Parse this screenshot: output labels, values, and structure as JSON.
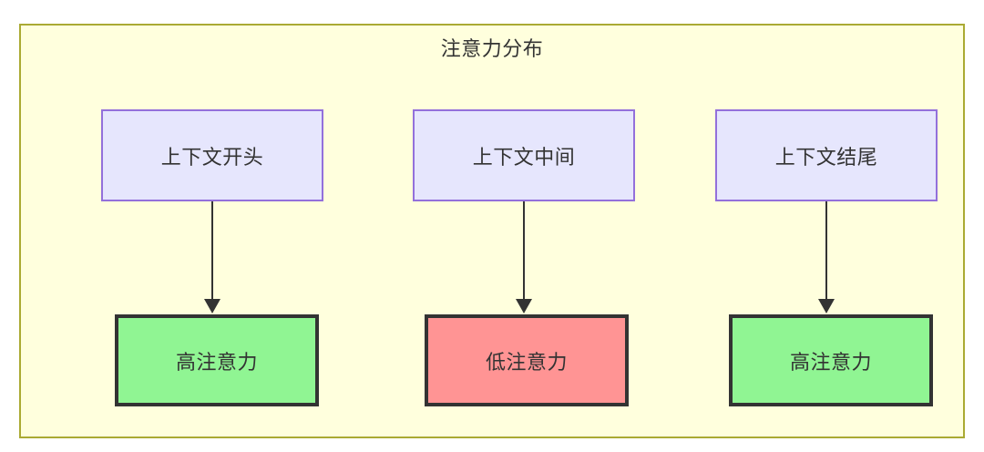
{
  "diagram": {
    "title": "注意力分布",
    "container": {
      "fill": "#ffffdd",
      "stroke": "#aaaa33"
    },
    "columns": [
      {
        "id": "start",
        "context": {
          "label": "上下文开头",
          "fill": "#e6e6fd",
          "stroke": "#9370db"
        },
        "attention": {
          "label": "高注意力",
          "fill": "#90f593",
          "stroke": "#333333",
          "level": "high"
        },
        "arrow": {
          "name": "arrow-start-to-high",
          "color": "#333333"
        }
      },
      {
        "id": "middle",
        "context": {
          "label": "上下文中间",
          "fill": "#e6e6fd",
          "stroke": "#9370db"
        },
        "attention": {
          "label": "低注意力",
          "fill": "#ff9494",
          "stroke": "#333333",
          "level": "low"
        },
        "arrow": {
          "name": "arrow-middle-to-low",
          "color": "#333333"
        }
      },
      {
        "id": "end",
        "context": {
          "label": "上下文结尾",
          "fill": "#e6e6fd",
          "stroke": "#9370db"
        },
        "attention": {
          "label": "高注意力",
          "fill": "#90f593",
          "stroke": "#333333",
          "level": "high"
        },
        "arrow": {
          "name": "arrow-end-to-high",
          "color": "#333333"
        }
      }
    ]
  }
}
